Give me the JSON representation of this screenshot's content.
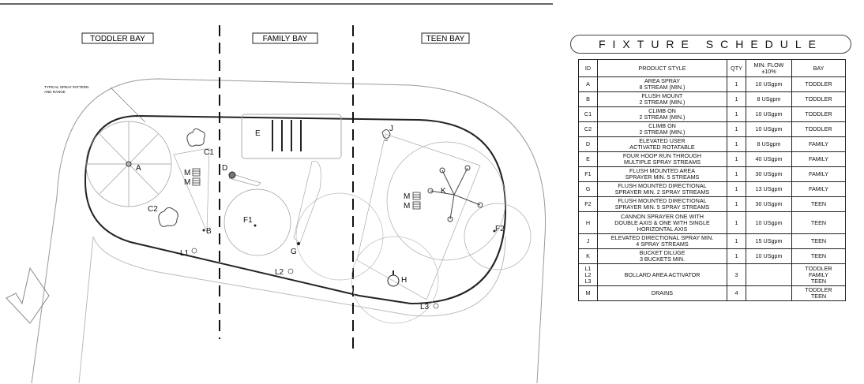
{
  "top_rule": "",
  "plan": {
    "bays": [
      {
        "label": "TODDLER BAY"
      },
      {
        "label": "FAMILY BAY"
      },
      {
        "label": "TEEN BAY"
      }
    ],
    "note": "TYPICAL SPRAY PATTERN\nAND RANGE",
    "fixture_labels": [
      "A",
      "B",
      "C1",
      "C2",
      "D",
      "E",
      "F1",
      "F2",
      "G",
      "H",
      "J",
      "K",
      "L1",
      "L2",
      "L3",
      "M",
      "M",
      "M",
      "M"
    ]
  },
  "schedule": {
    "title": "FIXTURE SCHEDULE",
    "headers": [
      "ID",
      "PRODUCT STYLE",
      "QTY",
      "MIN. FLOW\n±10%",
      "BAY"
    ],
    "rows": [
      {
        "id": "A",
        "style": "AREA SPRAY\n8 STREAM (MIN.)",
        "qty": "1",
        "flow": "10 USgpm",
        "bay": "TODDLER"
      },
      {
        "id": "B",
        "style": "FLUSH MOUNT\n2 STREAM (MIN.)",
        "qty": "1",
        "flow": "8 USgpm",
        "bay": "TODDLER"
      },
      {
        "id": "C1",
        "style": "CLIMB ON\n2 STREAM (MIN.)",
        "qty": "1",
        "flow": "10 USgpm",
        "bay": "TODDLER"
      },
      {
        "id": "C2",
        "style": "CLIMB ON\n2 STREAM (MIN.)",
        "qty": "1",
        "flow": "10 USgpm",
        "bay": "TODDLER"
      },
      {
        "id": "D",
        "style": "ELEVATED USER\nACTIVATED ROTATABLE",
        "qty": "1",
        "flow": "8 USgpm",
        "bay": "FAMILY"
      },
      {
        "id": "E",
        "style": "FOUR HOOP RUN THROUGH\nMULTIPLE SPRAY STREAMS",
        "qty": "1",
        "flow": "40 USgpm",
        "bay": "FAMILY"
      },
      {
        "id": "F1",
        "style": "FLUSH MOUNTED AREA\nSPRAYER MIN. 5 STREAMS",
        "qty": "1",
        "flow": "30 USgpm",
        "bay": "FAMILY"
      },
      {
        "id": "G",
        "style": "FLUSH MOUNTED DIRECTIONAL\nSPRAYER MIN. 2 SPRAY STREAMS",
        "qty": "1",
        "flow": "13 USgpm",
        "bay": "FAMILY"
      },
      {
        "id": "F2",
        "style": "FLUSH MOUNTED DIRECTIONAL\nSPRAYER MIN. 5 SPRAY STREAMS",
        "qty": "1",
        "flow": "30 USgpm",
        "bay": "TEEN"
      },
      {
        "id": "H",
        "style": "CANNON SPRAYER ONE WITH\nDOUBLE AXIS & ONE WITH SINGLE\nHORIZONTAL AXIS",
        "qty": "1",
        "flow": "10 USgpm",
        "bay": "TEEN"
      },
      {
        "id": "J",
        "style": "ELEVATED DIRECTIONAL SPRAY MIN.\n4 SPRAY STREAMS",
        "qty": "1",
        "flow": "15 USgpm",
        "bay": "TEEN"
      },
      {
        "id": "K",
        "style": "BUCKET DILUGE\n3 BUCKETS MIN.",
        "qty": "1",
        "flow": "10 USgpm",
        "bay": "TEEN"
      },
      {
        "id": "L1\nL2\nL3",
        "style": "BOLLARD AREA ACTIVATOR",
        "qty": "3",
        "flow": "",
        "bay": "TODDLER\nFAMILY\nTEEN"
      },
      {
        "id": "M",
        "style": "DRAINS",
        "qty": "4",
        "flow": "",
        "bay": "TODDLER\nTEEN"
      }
    ]
  },
  "colors": {
    "line": "#222222",
    "light_line": "#9a9a9a",
    "background": "#ffffff"
  }
}
